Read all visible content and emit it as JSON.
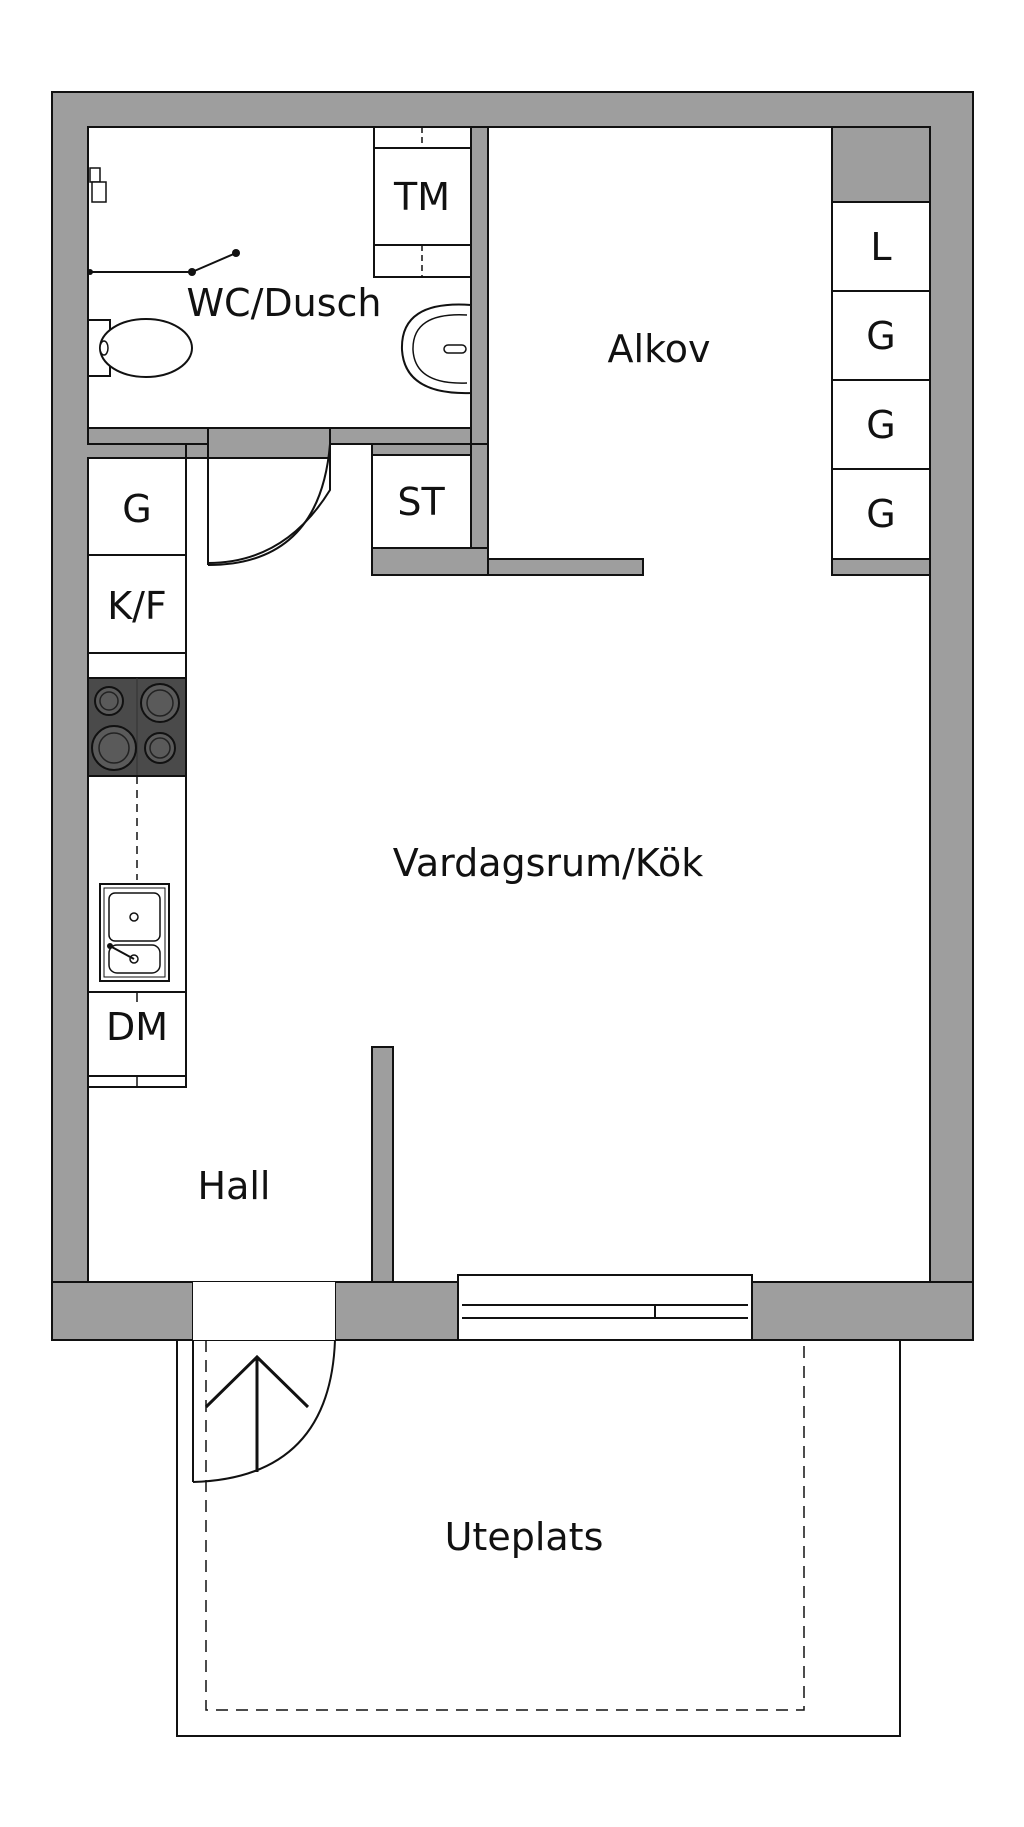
{
  "rooms": {
    "wc": "WC/Dusch",
    "alkov": "Alkov",
    "living": "Vardagsrum/Kök",
    "hall": "Hall",
    "patio": "Uteplats"
  },
  "appliances": {
    "tm": "TM",
    "st": "ST",
    "g_kitchen": "G",
    "kf": "K/F",
    "dm": "DM",
    "l": "L",
    "g1": "G",
    "g2": "G",
    "g3": "G"
  },
  "colors": {
    "wall": "#9e9e9e",
    "line": "#111111",
    "stove": "#4a4a4a",
    "background": "#ffffff"
  }
}
